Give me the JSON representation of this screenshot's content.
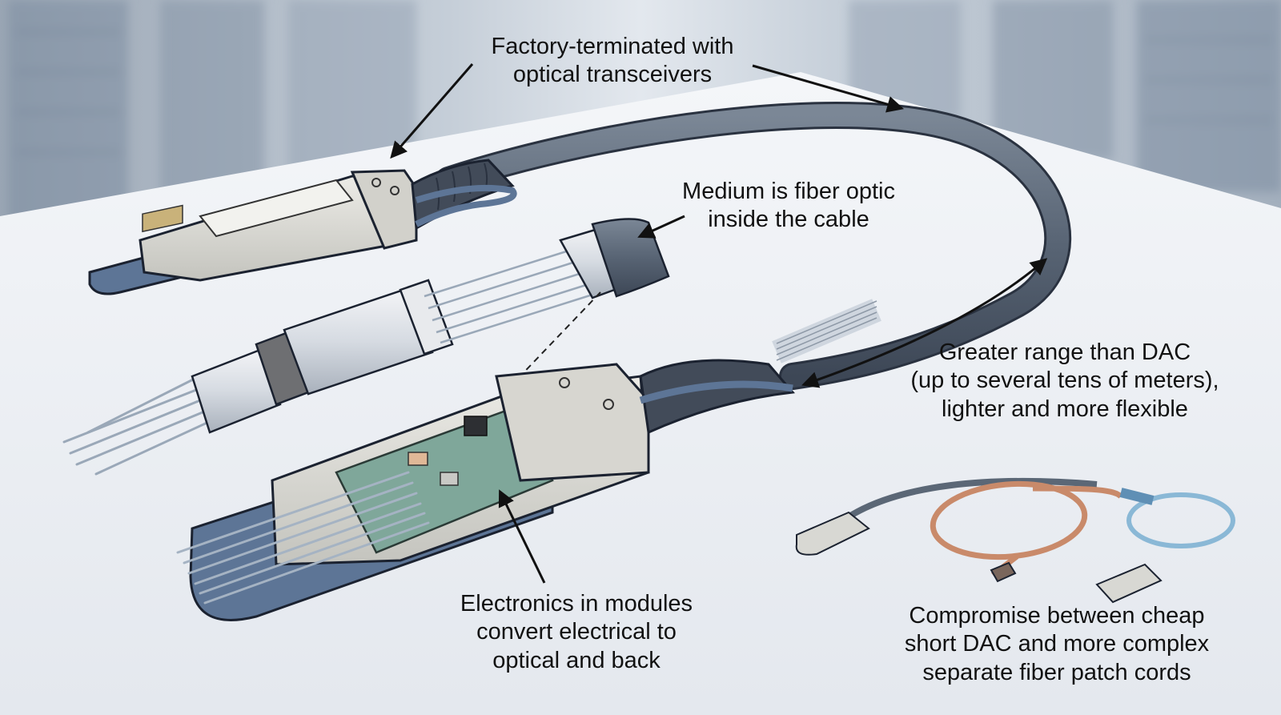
{
  "figure": {
    "subject": "Active optical cable (AOC) illustration",
    "background": "blurred server racks behind a white desk surface",
    "colors": {
      "cable_jacket": "#5b6776",
      "pull_tab": "#5d7596",
      "module_metal": "#d9d9d3",
      "pcb": "#7fa79a",
      "patch_orange": "#c98a6a",
      "patch_blue": "#8ab8d6",
      "text": "#111111"
    }
  },
  "annotations": {
    "factory_terminated": {
      "lines": [
        "Factory-terminated with",
        "optical transceivers"
      ]
    },
    "medium": {
      "lines": [
        "Medium is fiber optic",
        "inside the cable"
      ]
    },
    "range": {
      "lines": [
        "Greater range than DAC",
        "(up to several tens of meters),",
        "lighter and more flexible"
      ]
    },
    "electronics": {
      "lines": [
        "Electronics in modules",
        "convert electrical to",
        "optical and back"
      ]
    },
    "compromise": {
      "lines": [
        "Compromise between cheap",
        "short DAC and more complex",
        "separate fiber patch cords"
      ]
    }
  }
}
